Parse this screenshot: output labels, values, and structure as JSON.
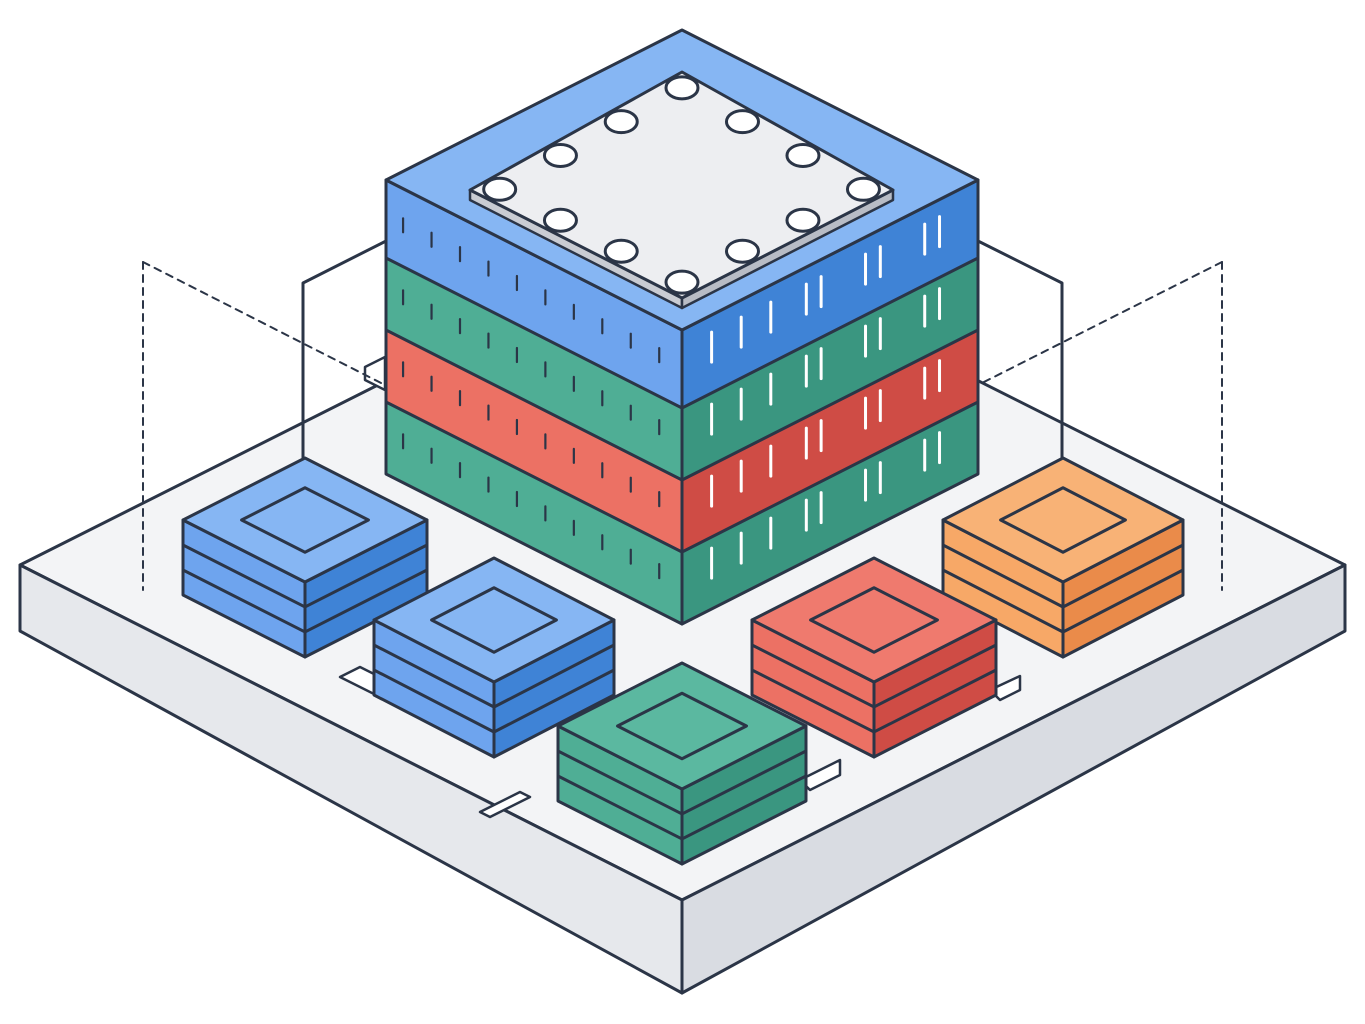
{
  "diagram": {
    "subject": "isometric-chip-package",
    "colors": {
      "outline": "#2b3547",
      "base_top": "#f3f4f6",
      "base_front_left": "#e6e8ec",
      "base_front_right": "#d9dce2",
      "blue_top": "#86b6f3",
      "blue_left": "#6ea4ee",
      "blue_right": "#3f83d6",
      "green_top": "#5bb8a0",
      "green_left": "#4fae95",
      "green_right": "#3a9680",
      "red_top": "#ef7a6e",
      "red_left": "#ec7164",
      "red_right": "#cf4c45",
      "orange_top": "#f8b276",
      "orange_left": "#f7a867",
      "orange_right": "#ea8b4a",
      "cap_plate": "#edeef1",
      "dashed": "#2b3547"
    },
    "stack_layers": [
      {
        "name": "stack-layer-top",
        "color": "blue"
      },
      {
        "name": "stack-layer-2",
        "color": "green"
      },
      {
        "name": "stack-layer-3",
        "color": "red"
      },
      {
        "name": "stack-layer-bottom",
        "color": "green"
      }
    ],
    "chiplets": [
      {
        "name": "chiplet-back-left",
        "color": "blue"
      },
      {
        "name": "chiplet-front-left",
        "color": "blue"
      },
      {
        "name": "chiplet-front-center",
        "color": "green"
      },
      {
        "name": "chiplet-front-right",
        "color": "red"
      },
      {
        "name": "chiplet-back-right",
        "color": "orange"
      }
    ],
    "cap_pad_count": 12
  }
}
